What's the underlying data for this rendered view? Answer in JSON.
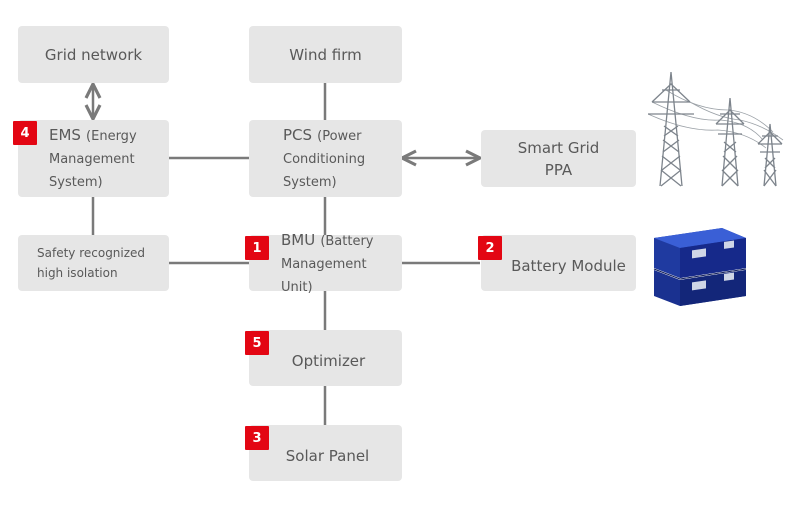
{
  "nodes": {
    "grid_network": {
      "label": "Grid network"
    },
    "wind_firm": {
      "label": "Wind firm"
    },
    "ems": {
      "main": "EMS",
      "sub_line1": "(Energy",
      "sub_line2": "Management",
      "sub_line3": "System)",
      "badge": "4"
    },
    "pcs": {
      "main": "PCS",
      "sub_line1": "(Power",
      "sub_line2": "Conditioning",
      "sub_line3": "System)"
    },
    "smart_grid": {
      "line1": "Smart Grid",
      "line2": "PPA"
    },
    "safety": {
      "line1": "Safety recognized",
      "line2": "high isolation"
    },
    "bmu": {
      "main": "BMU",
      "sub_line1": "(Battery",
      "sub_line2": "Management Unit)",
      "badge": "1"
    },
    "battery_module": {
      "label": "Battery Module",
      "badge": "2"
    },
    "optimizer": {
      "label": "Optimizer",
      "badge": "5"
    },
    "solar_panel": {
      "label": "Solar Panel",
      "badge": "3"
    }
  },
  "colors": {
    "box": "#e6e6e6",
    "line": "#7a7a7a",
    "text": "#595959",
    "badge": "#e30613",
    "battery": "#1f3aa0"
  },
  "icons": [
    "transmission-tower-icon",
    "battery-cell-icon"
  ]
}
